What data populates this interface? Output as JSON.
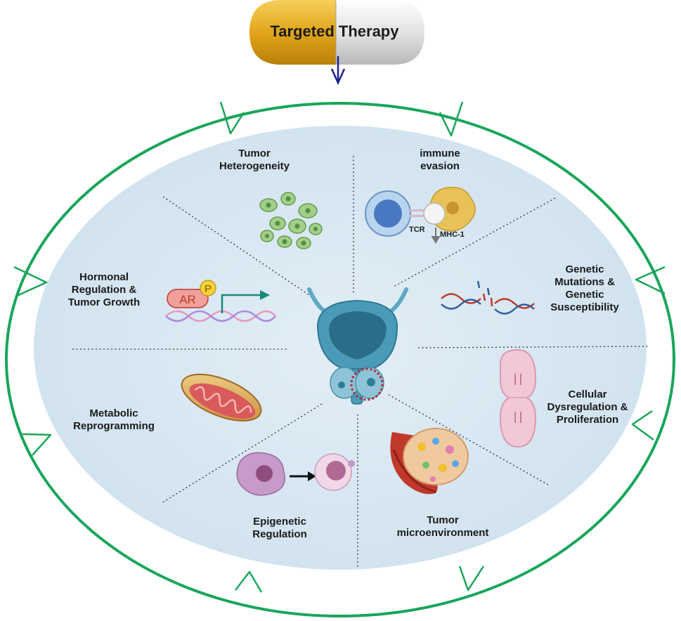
{
  "title": "Targeted Therapy",
  "sectors": [
    {
      "id": "tumor-heterogeneity",
      "lines": [
        "Tumor",
        "Heterogeneity"
      ]
    },
    {
      "id": "immune-evasion",
      "lines": [
        "immune",
        "evasion"
      ]
    },
    {
      "id": "genetic-mutations",
      "lines": [
        "Genetic",
        "Mutations &",
        "Genetic",
        "Susceptibility"
      ]
    },
    {
      "id": "cellular-dysregulation",
      "lines": [
        "Cellular",
        "Dysregulation &",
        "Proliferation"
      ]
    },
    {
      "id": "tumor-microenvironment",
      "lines": [
        "Tumor",
        "microenvironment"
      ]
    },
    {
      "id": "epigenetic-regulation",
      "lines": [
        "Epigenetic",
        "Regulation"
      ]
    },
    {
      "id": "metabolic-reprogramming",
      "lines": [
        "Metabolic",
        "Reprogramming"
      ]
    },
    {
      "id": "hormonal-regulation",
      "lines": [
        "Hormonal",
        "Regulation &",
        "Tumor Growth"
      ]
    }
  ],
  "immune": {
    "tcr": "TCR",
    "mhc": "MHC-1"
  },
  "hormonal": {
    "ar": "AR",
    "p": "P"
  },
  "colors": {
    "ring": "#1aa55a",
    "inner_fill": "#d6e6f1",
    "capsule_left": "#e2a51b",
    "capsule_right": "#d9d9d9",
    "arrow_blue": "#1d1f8c",
    "organ": "#3e8ea8"
  }
}
